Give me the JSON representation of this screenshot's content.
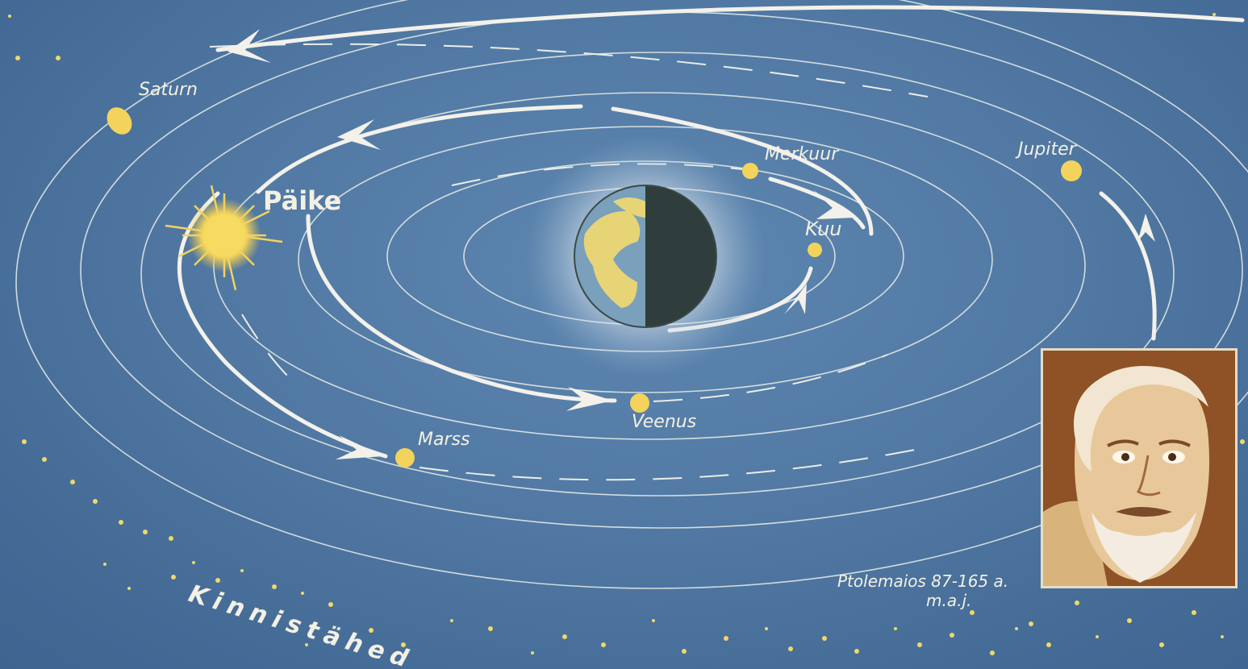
{
  "diagram": {
    "bodies": {
      "saturn": "Saturn",
      "sun": "Päike",
      "mercury": "Merkuur",
      "jupiter": "Jupiter",
      "moon": "Kuu",
      "venus": "Veenus",
      "mars": "Marss"
    },
    "fixed_stars": "Kinnistähed",
    "portrait_caption_line1": "Ptolemaios 87-165 a.",
    "portrait_caption_line2": "m.a.j.",
    "colors": {
      "background": "#5179a3",
      "orbit": "#eef0ea",
      "planet": "#f3d35c",
      "earth_land": "#e6d476",
      "earth_night": "#2f3d3c"
    }
  }
}
